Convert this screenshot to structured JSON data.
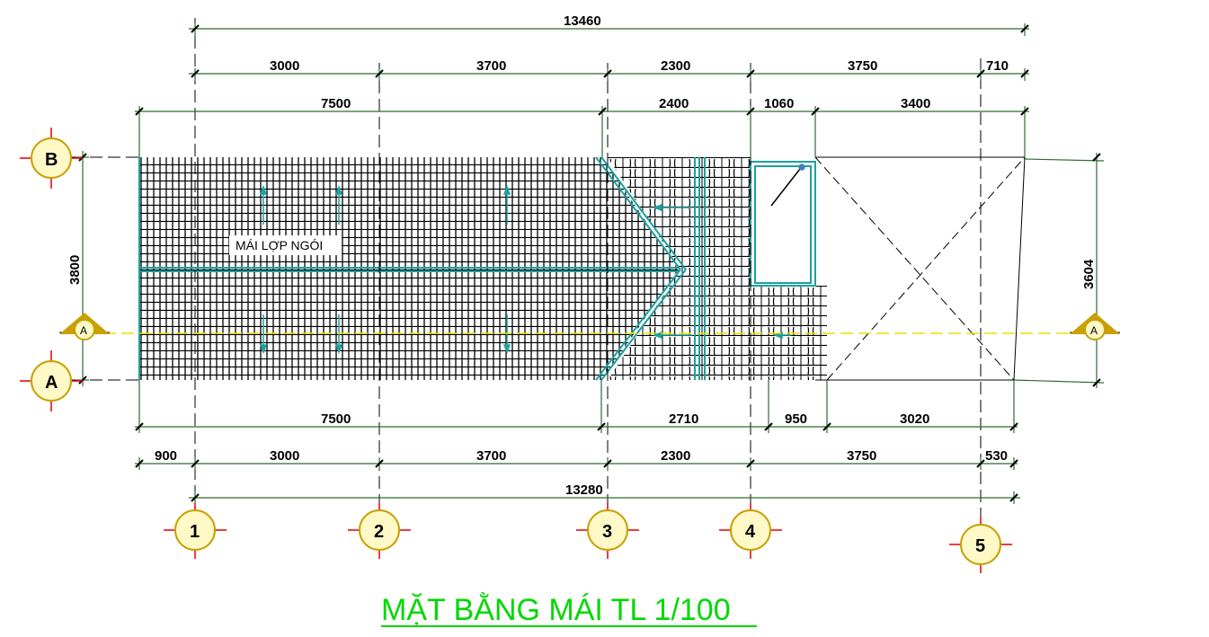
{
  "title": "MẶT BẰNG MÁI TL 1/100",
  "roof_label": "MÁI LỢP NGÓI",
  "colors": {
    "dimension_line": "#2f6b2f",
    "roof_edge": "#1ea0a0",
    "axis_line": "#000000",
    "bubble_fill": "#fff9c8",
    "bubble_stroke": "#c8a000",
    "cross": "#e00000",
    "section_line": "#e8e000",
    "title": "#00d800"
  },
  "axes": {
    "columns": [
      "1",
      "2",
      "3",
      "4",
      "5"
    ],
    "rows": [
      "B",
      "A"
    ],
    "section": "A"
  },
  "dimensions": {
    "top_total": "13460",
    "top_row1": [
      "3000",
      "3700",
      "2300",
      "3750",
      "710"
    ],
    "top_row2": [
      "7500",
      "2400",
      "1060",
      "3400"
    ],
    "left_vertical": "3800",
    "right_vertical": "3604",
    "bottom_row1": [
      "7500",
      "2710",
      "950",
      "3020"
    ],
    "bottom_row2": [
      "900",
      "3000",
      "3700",
      "2300",
      "3750",
      "530"
    ],
    "bottom_total": "13280"
  }
}
